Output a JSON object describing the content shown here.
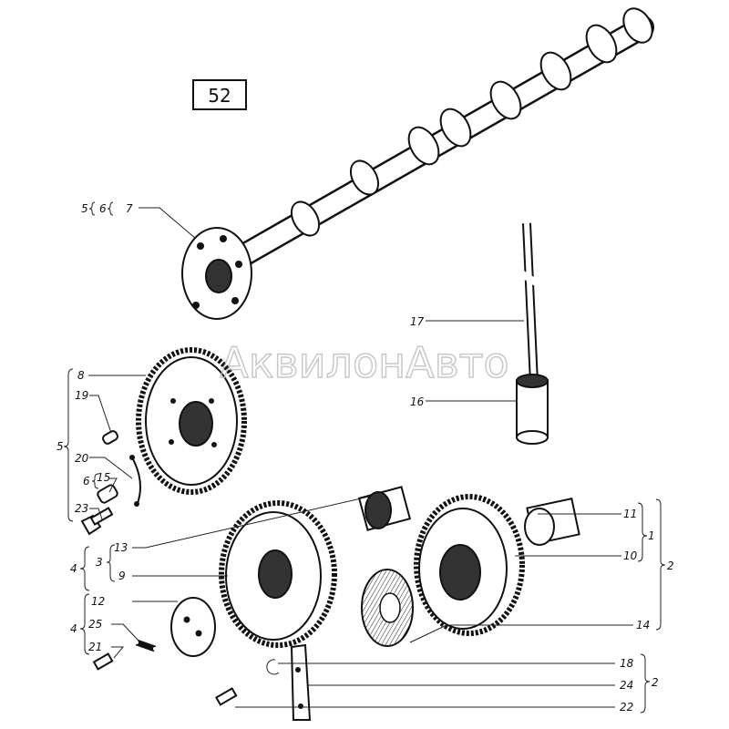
{
  "figure_number": "52",
  "watermark": "АквилонАвто",
  "callouts": {
    "c7": "7",
    "g5a": "5",
    "g6a": "6",
    "c8": "8",
    "c19": "19",
    "g5b": "5",
    "c20": "20",
    "g6b": "6",
    "c15": "15",
    "c23": "23",
    "g4a": "4",
    "g3": "3",
    "c13": "13",
    "c9": "9",
    "c12": "12",
    "g4b": "4",
    "c25": "25",
    "c21": "21",
    "c17": "17",
    "c16": "16",
    "c11": "11",
    "c10": "10",
    "g1": "1",
    "g2a": "2",
    "c14": "14",
    "c18": "18",
    "c24": "24",
    "c22": "22",
    "g2b": "2"
  }
}
